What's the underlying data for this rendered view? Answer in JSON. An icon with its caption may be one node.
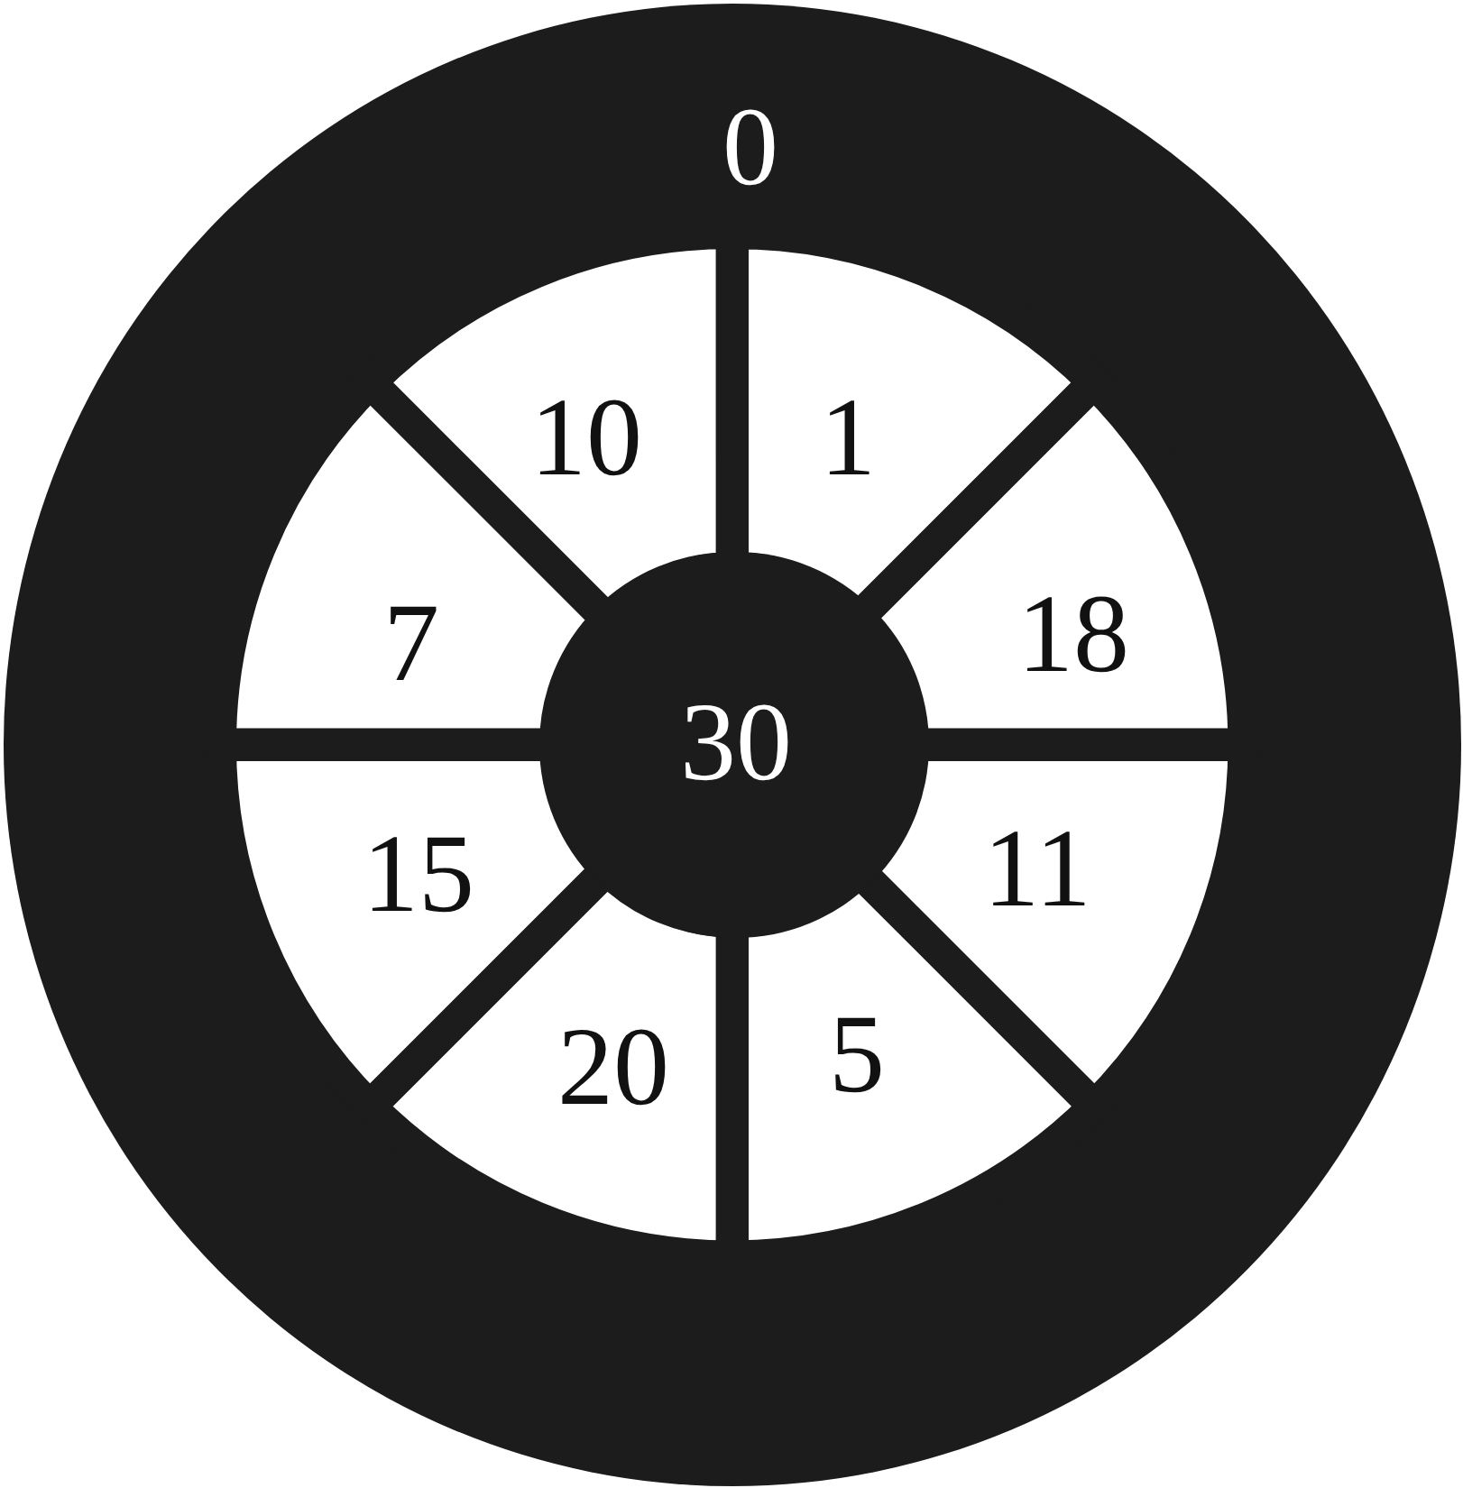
{
  "diagram": {
    "nodes": [
      {
        "text": [
          "0"
        ]
      },
      {
        "text": [
          "10"
        ],
        "in": 0
      },
      {
        "text": [
          "1"
        ],
        "in": 0
      },
      {
        "text": [
          "7"
        ],
        "in": 0
      },
      {
        "text": [
          "18"
        ],
        "in": 0
      },
      {
        "text": [
          "30"
        ],
        "in": 0
      },
      {
        "text": [
          "15"
        ],
        "in": 0
      },
      {
        "text": [
          "11"
        ],
        "in": 0
      },
      {
        "text": [
          "20"
        ],
        "in": 0
      },
      {
        "text": [
          "5"
        ],
        "in": 0
      }
    ]
  }
}
